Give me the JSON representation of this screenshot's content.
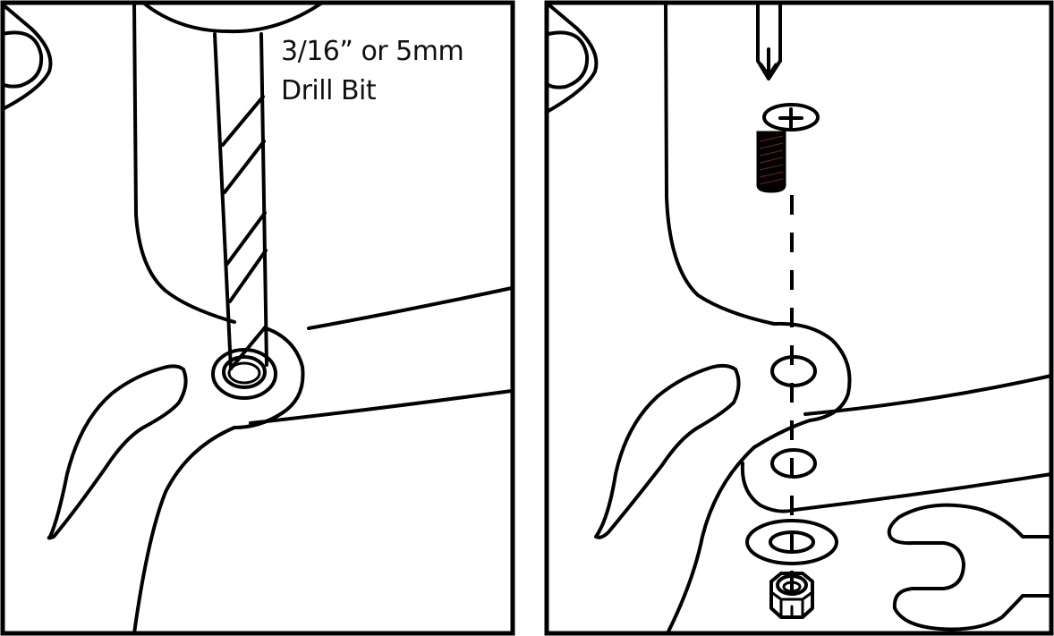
{
  "panels": [
    {
      "id": "step-drill",
      "label": {
        "line1": "3/16” or 5mm",
        "line2": "Drill Bit"
      }
    },
    {
      "id": "step-fasten",
      "parts": [
        "screwdriver",
        "flat-head-screw",
        "hole-upper",
        "hole-lower",
        "washer",
        "hex-nut",
        "wrench"
      ]
    }
  ],
  "colors": {
    "line": "#000000",
    "background": "#ffffff"
  }
}
